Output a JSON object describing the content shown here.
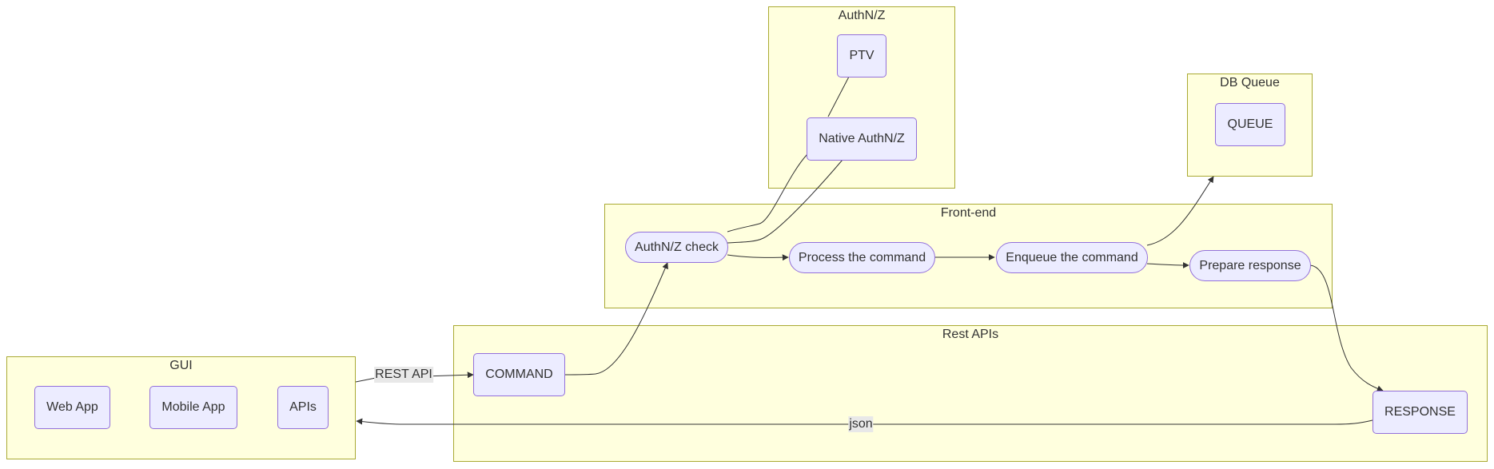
{
  "clusters": {
    "authnz": {
      "title": "AuthN/Z"
    },
    "db_queue": {
      "title": "DB Queue"
    },
    "frontend": {
      "title": "Front-end"
    },
    "rest_apis": {
      "title": "Rest APIs"
    },
    "gui": {
      "title": "GUI"
    }
  },
  "nodes": {
    "ptv": "PTV",
    "native_authnz": "Native AuthN/Z",
    "queue": "QUEUE",
    "authnz_check": "AuthN/Z check",
    "process_command": "Process the command",
    "enqueue_command": "Enqueue the command",
    "prepare_response": "Prepare response",
    "command": "COMMAND",
    "response": "RESPONSE",
    "web_app": "Web App",
    "mobile_app": "Mobile App",
    "apis": "APIs"
  },
  "edge_labels": {
    "rest_api": "REST API",
    "json": "json"
  },
  "colors": {
    "cluster_fill": "#ffffde",
    "cluster_border": "#aaaa33",
    "node_fill": "#ececff",
    "node_border": "#9370db",
    "edge": "#333333",
    "label_bg": "#e8e8e8"
  }
}
